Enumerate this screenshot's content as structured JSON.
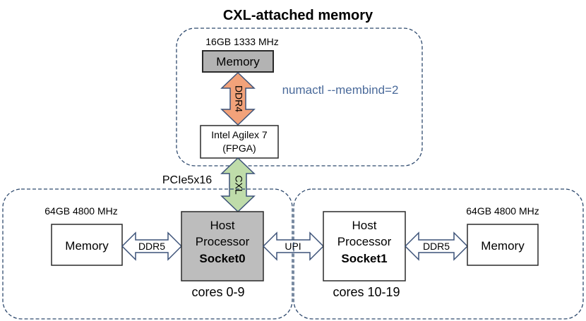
{
  "title": "CXL-attached memory",
  "cxl_region": {
    "memory_spec": "16GB 1333 MHz",
    "memory_label": "Memory",
    "link_label": "DDR4",
    "fpga_line1": "Intel Agilex 7",
    "fpga_line2": "(FPGA)",
    "command": "numactl --membind=2"
  },
  "pcie_label": "PCIe5x16",
  "cxl_link_label": "CXL",
  "socket0": {
    "memory_spec": "64GB 4800 MHz",
    "memory_label": "Memory",
    "link_label": "DDR5",
    "proc_line1": "Host",
    "proc_line2": "Processor",
    "proc_line3": "Socket0",
    "cores": "cores 0-9"
  },
  "upi_label": "UPI",
  "socket1": {
    "memory_spec": "64GB 4800 MHz",
    "memory_label": "Memory",
    "link_label": "DDR5",
    "proc_line1": "Host",
    "proc_line2": "Processor",
    "proc_line3": "Socket1",
    "cores": "cores 10-19"
  },
  "colors": {
    "region_border": "#2f4a6e",
    "box_border": "#2a2a2a",
    "memory_fill_gray": "#b3b3b3",
    "socket0_fill": "#bdbdbd",
    "ddr4_arrow_fill": "#f2a27a",
    "cxl_arrow_fill": "#bfdcaa",
    "arrow_stroke": "#3c5278",
    "command_text": "#4a6a9a"
  },
  "icons": {
    "arrows": "double-headed-arrow"
  }
}
